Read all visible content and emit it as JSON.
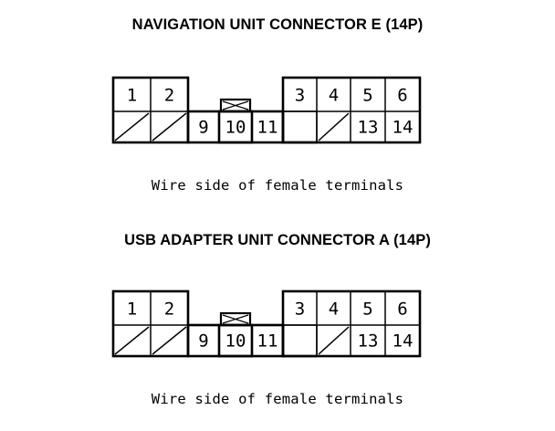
{
  "page": {
    "background_color": "#ffffff",
    "line_color": "#000000"
  },
  "sections": [
    {
      "id": "navigation-unit-connector-e",
      "title": "NAVIGATION UNIT CONNECTOR E (14P)",
      "caption": "Wire side of female terminals",
      "connector": {
        "pin_count_label": "14P",
        "top_row": {
          "left_block": [
            "1",
            "2"
          ],
          "right_block": [
            "3",
            "4",
            "5",
            "6"
          ]
        },
        "bottom_row": {
          "left_block_blanks": 2,
          "middle_block": [
            "9",
            "10",
            "11"
          ],
          "right_block": [
            "",
            "",
            "13",
            "14"
          ]
        },
        "keyed_cell": "10",
        "blank_cells_with_diagonal": [
          "under-1",
          "under-2",
          "under-4"
        ],
        "empty_cell": "under-3"
      }
    },
    {
      "id": "usb-adapter-unit-connector-a",
      "title": "USB ADAPTER UNIT CONNECTOR A (14P)",
      "caption": "Wire side of female terminals",
      "connector": {
        "pin_count_label": "14P",
        "top_row": {
          "left_block": [
            "1",
            "2"
          ],
          "right_block": [
            "3",
            "4",
            "5",
            "6"
          ]
        },
        "bottom_row": {
          "left_block_blanks": 2,
          "middle_block": [
            "9",
            "10",
            "11"
          ],
          "right_block": [
            "",
            "",
            "13",
            "14"
          ]
        },
        "keyed_cell": "10",
        "blank_cells_with_diagonal": [
          "under-1",
          "under-2",
          "under-4"
        ],
        "empty_cell": "under-3"
      }
    }
  ]
}
